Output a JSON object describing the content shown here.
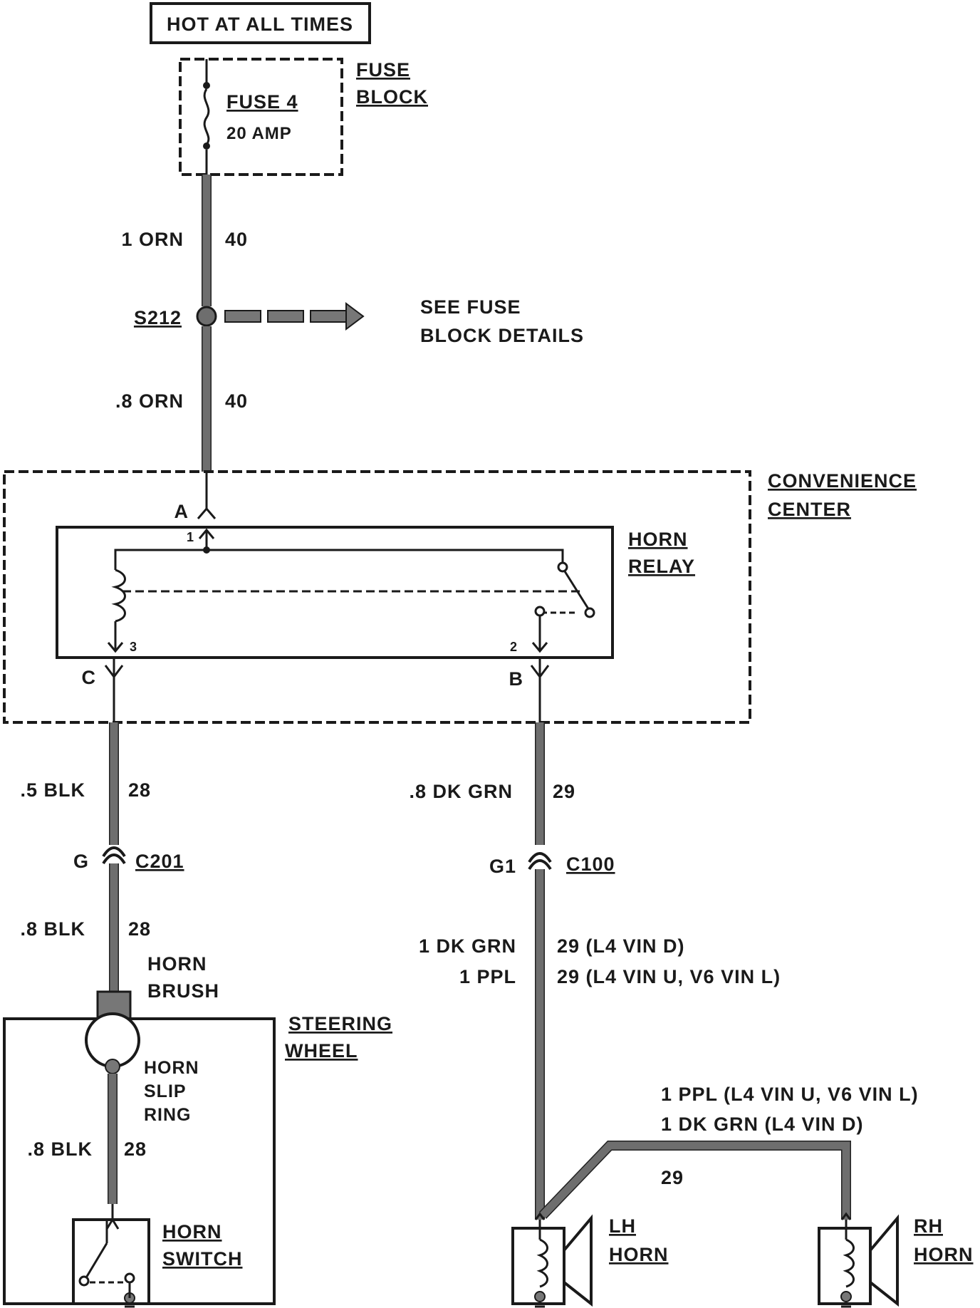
{
  "power_label": "HOT AT ALL TIMES",
  "fuse_block": {
    "title_line1": "FUSE",
    "title_line2": "BLOCK",
    "fuse_name": "FUSE 4",
    "fuse_rating": "20 AMP"
  },
  "wire_top": {
    "gauge_color": "1 ORN",
    "circuit": "40"
  },
  "splice": {
    "id": "S212",
    "ref_line1": "SEE FUSE",
    "ref_line2": "BLOCK DETAILS"
  },
  "wire_mid": {
    "gauge_color": ".8 ORN",
    "circuit": "40"
  },
  "convenience_center": {
    "line1": "CONVENIENCE",
    "line2": "CENTER"
  },
  "horn_relay": {
    "line1": "HORN",
    "line2": "RELAY",
    "pin1": "1",
    "pin2": "2",
    "pin3": "3"
  },
  "terminals": {
    "a": "A",
    "b": "B",
    "c": "C"
  },
  "left_branch": {
    "wire1": {
      "gauge_color": ".5 BLK",
      "circuit": "28"
    },
    "connector": {
      "pin": "G",
      "id": "C201"
    },
    "wire2": {
      "gauge_color": ".8 BLK",
      "circuit": "28"
    },
    "brush_line1": "HORN",
    "brush_line2": "BRUSH",
    "steering_line1": "STEERING",
    "steering_line2": "WHEEL",
    "slip_line1": "HORN",
    "slip_line2": "SLIP",
    "slip_line3": "RING",
    "wire3": {
      "gauge_color": ".8 BLK",
      "circuit": "28"
    },
    "switch_line1": "HORN",
    "switch_line2": "SWITCH"
  },
  "right_branch": {
    "wire1": {
      "gauge_color": ".8 DK GRN",
      "circuit": "29"
    },
    "connector": {
      "pin": "G1",
      "id": "C100"
    },
    "wire2a": {
      "gauge_color": "1 DK GRN",
      "circuit": "29 (L4 VIN D)"
    },
    "wire2b": {
      "gauge_color": "1 PPL",
      "circuit": "29 (L4 VIN U, V6 VIN L)"
    },
    "rh_wire_line1": "1 PPL (L4 VIN U, V6 VIN L)",
    "rh_wire_line2": "1 DK GRN (L4 VIN D)",
    "rh_circuit": "29",
    "lh_horn_line1": "LH",
    "lh_horn_line2": "HORN",
    "rh_horn_line1": "RH",
    "rh_horn_line2": "HORN"
  }
}
